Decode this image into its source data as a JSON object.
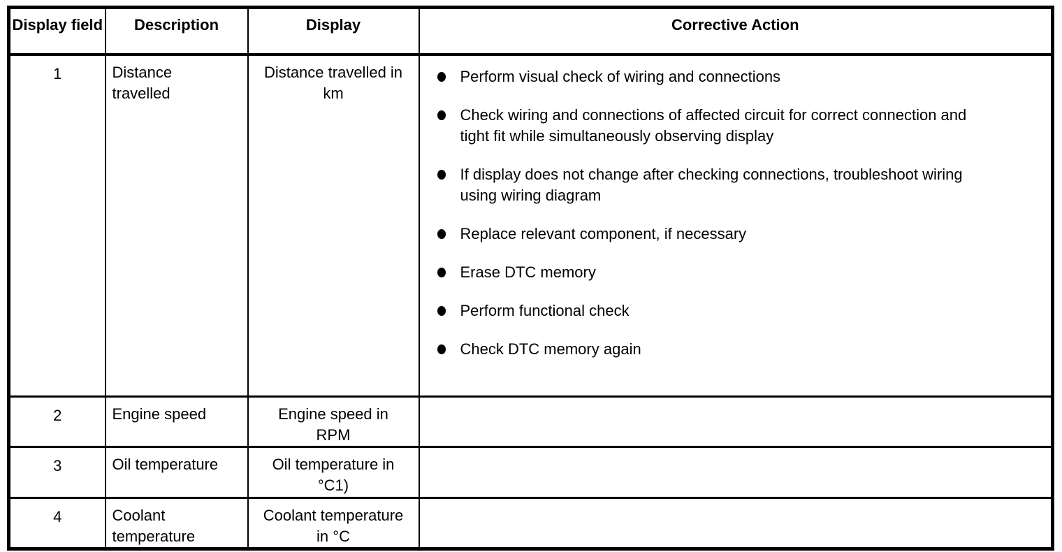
{
  "colors": {
    "text": "#000000",
    "border": "#000000",
    "background": "#ffffff"
  },
  "table": {
    "headers": {
      "field": "Display field",
      "description": "Description",
      "display": "Display",
      "corrective_action": "Corrective Action"
    },
    "rows": [
      {
        "field": "1",
        "description": "Distance\ntravelled",
        "display": "Distance travelled in\nkm",
        "actions": [
          "Perform visual check of wiring and connections",
          "Check wiring and connections of affected circuit for correct connection and\ntight fit while simultaneously observing display",
          "If display does not change after checking connections, troubleshoot wiring\nusing wiring diagram",
          "Replace relevant component, if necessary",
          "Erase DTC memory",
          "Perform functional check",
          "Check DTC memory again"
        ]
      },
      {
        "field": "2",
        "description": "Engine speed",
        "display": "Engine speed in\nRPM",
        "actions": []
      },
      {
        "field": "3",
        "description": "Oil temperature",
        "display": "Oil temperature in\n°C1)",
        "actions": []
      },
      {
        "field": "4",
        "description": "Coolant\ntemperature",
        "display": "Coolant temperature\nin °C",
        "actions": []
      }
    ]
  }
}
